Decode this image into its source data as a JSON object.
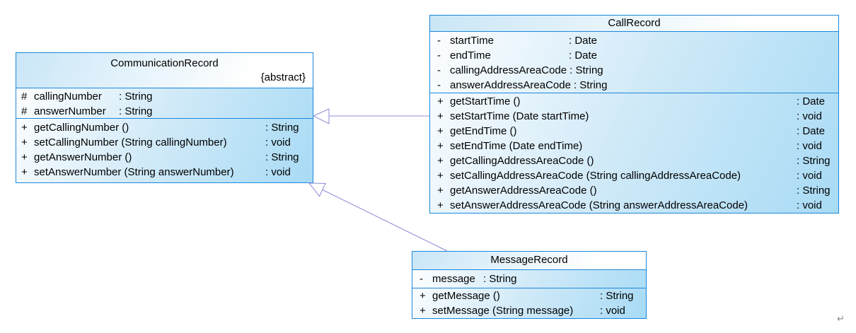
{
  "diagram": {
    "kind": "uml-class-diagram",
    "classes": [
      {
        "name": "CommunicationRecord",
        "stereotype": "{abstract}",
        "attributes": [
          {
            "vis": "#",
            "name": "callingNumber",
            "type": ": String"
          },
          {
            "vis": "#",
            "name": "answerNumber",
            "type": ": String"
          }
        ],
        "methods": [
          {
            "vis": "+",
            "name": "getCallingNumber ()",
            "type": ": String"
          },
          {
            "vis": "+",
            "name": "setCallingNumber (String callingNumber)",
            "type": ": void"
          },
          {
            "vis": "+",
            "name": "getAnswerNumber ()",
            "type": ": String"
          },
          {
            "vis": "+",
            "name": "setAnswerNumber (String answerNumber)",
            "type": ": void"
          }
        ]
      },
      {
        "name": "CallRecord",
        "stereotype": "",
        "attributes": [
          {
            "vis": "-",
            "name": "startTime",
            "type": ": Date"
          },
          {
            "vis": "-",
            "name": "endTime",
            "type": ": Date"
          },
          {
            "vis": "-",
            "name": "callingAddressAreaCode",
            "type": ": String"
          },
          {
            "vis": "-",
            "name": "answerAddressAreaCode",
            "type": ": String"
          }
        ],
        "methods": [
          {
            "vis": "+",
            "name": "getStartTime ()",
            "type": ": Date"
          },
          {
            "vis": "+",
            "name": "setStartTime (Date startTime)",
            "type": ": void"
          },
          {
            "vis": "+",
            "name": "getEndTime ()",
            "type": ": Date"
          },
          {
            "vis": "+",
            "name": "setEndTime (Date endTime)",
            "type": ": void"
          },
          {
            "vis": "+",
            "name": "getCallingAddressAreaCode ()",
            "type": ": String"
          },
          {
            "vis": "+",
            "name": "setCallingAddressAreaCode (String callingAddressAreaCode)",
            "type": ": void"
          },
          {
            "vis": "+",
            "name": "getAnswerAddressAreaCode ()",
            "type": ": String"
          },
          {
            "vis": "+",
            "name": "setAnswerAddressAreaCode (String answerAddressAreaCode)",
            "type": ": void"
          }
        ]
      },
      {
        "name": "MessageRecord",
        "stereotype": "",
        "attributes": [
          {
            "vis": "-",
            "name": "message",
            "type": ": String"
          }
        ],
        "methods": [
          {
            "vis": "+",
            "name": "getMessage ()",
            "type": ": String"
          },
          {
            "vis": "+",
            "name": "setMessage (String message)",
            "type": ": void"
          }
        ]
      }
    ],
    "relations": [
      {
        "type": "generalization",
        "from": "CallRecord",
        "to": "CommunicationRecord"
      },
      {
        "type": "generalization",
        "from": "MessageRecord",
        "to": "CommunicationRecord"
      }
    ],
    "colors": {
      "box_border": "#1a87db",
      "box_fill_top": "#fdfeff",
      "box_fill_bottom": "#a8dbf5",
      "connector": "#8c8cd8",
      "text": "#000000"
    },
    "trailing_mark": "↵"
  }
}
